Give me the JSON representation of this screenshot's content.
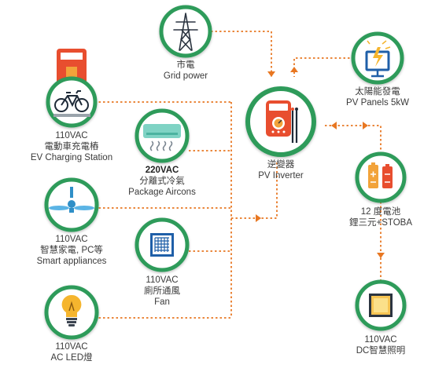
{
  "nodes": {
    "grid": {
      "line1": "市電",
      "line2": "Grid power",
      "icon": "power-tower-icon"
    },
    "pv_panels": {
      "line1": "太陽能發電",
      "line2": "PV Panels 5kW",
      "icon": "solar-panel-icon"
    },
    "inverter": {
      "line1": "逆變器",
      "line2": "PV Inverter",
      "icon": "inverter-meter-icon"
    },
    "battery": {
      "line1": "12 度電池",
      "line2": "鋰三元+STOBA",
      "icon": "battery-icon"
    },
    "dc_lighting": {
      "line1": "110VAC",
      "line2": "DC智慧照明",
      "icon": "led-panel-icon"
    },
    "ev_station": {
      "line1": "110VAC",
      "line2": "電動車充電樁",
      "line3": "EV Charging Station",
      "icon": "bicycle-icon"
    },
    "aircon": {
      "line1": "220VAC",
      "line2": "分離式冷氣",
      "line3": "Package Aircons",
      "icon": "air-conditioner-icon"
    },
    "smart_appliances": {
      "line1": "110VAC",
      "line2": "智慧家電, PC等",
      "line3": "Smart appliances",
      "icon": "ceiling-fan-icon"
    },
    "fan": {
      "line1": "110VAC",
      "line2": "廁所通風",
      "line3": "Fan",
      "icon": "vent-fan-icon"
    },
    "led": {
      "line1": "110VAC",
      "line2": "AC LED燈",
      "icon": "light-bulb-icon"
    }
  },
  "colors": {
    "circle_border": "#2e9b5a",
    "connector": "#e87722",
    "icon_blue": "#1f5fa8",
    "icon_orange": "#f2a33a",
    "icon_red": "#e35b3c"
  }
}
